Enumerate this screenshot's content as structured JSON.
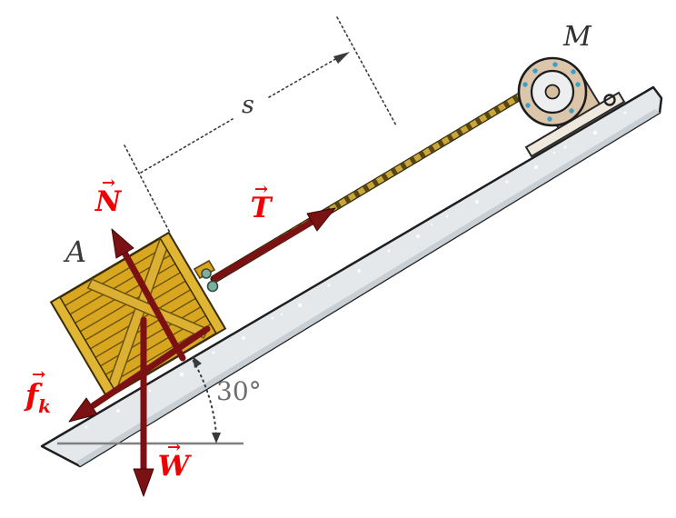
{
  "labels": {
    "crate": "A",
    "winch": "M",
    "displacement": "s",
    "incline_angle": "30°",
    "vector_hat": "→",
    "normal_force": "N",
    "tension": "T",
    "weight": "W",
    "friction": "f",
    "friction_subscript": "k"
  },
  "angle_deg": 30,
  "colors": {
    "force_arrow": "#7c1113",
    "force_arrow_outline": "#3d0606",
    "force_label_red": "#ee0202",
    "annotation_gray": "#3a3a3a",
    "angle_gray": "#6e6e6e",
    "crate_gold": "#d9a71f",
    "crate_frame": "#e0b531",
    "crate_plank_line": "#6b5310",
    "incline_fill": "#e4e8eb",
    "incline_shadow": "#c9d0d5",
    "incline_outline": "#1f1f1f",
    "rope_gold": "#caa53b",
    "rope_dark": "#574712",
    "winch_tan": "#dcc6ab",
    "winch_bracket": "#d9c2a4",
    "winch_face": "#eceef0",
    "winch_plate": "#efe8dc",
    "bolt_blue": "#3d9fc6",
    "hook_teal": "#7fae9f",
    "ground_line": "#808080",
    "dim_line": "#3a3a3a"
  }
}
